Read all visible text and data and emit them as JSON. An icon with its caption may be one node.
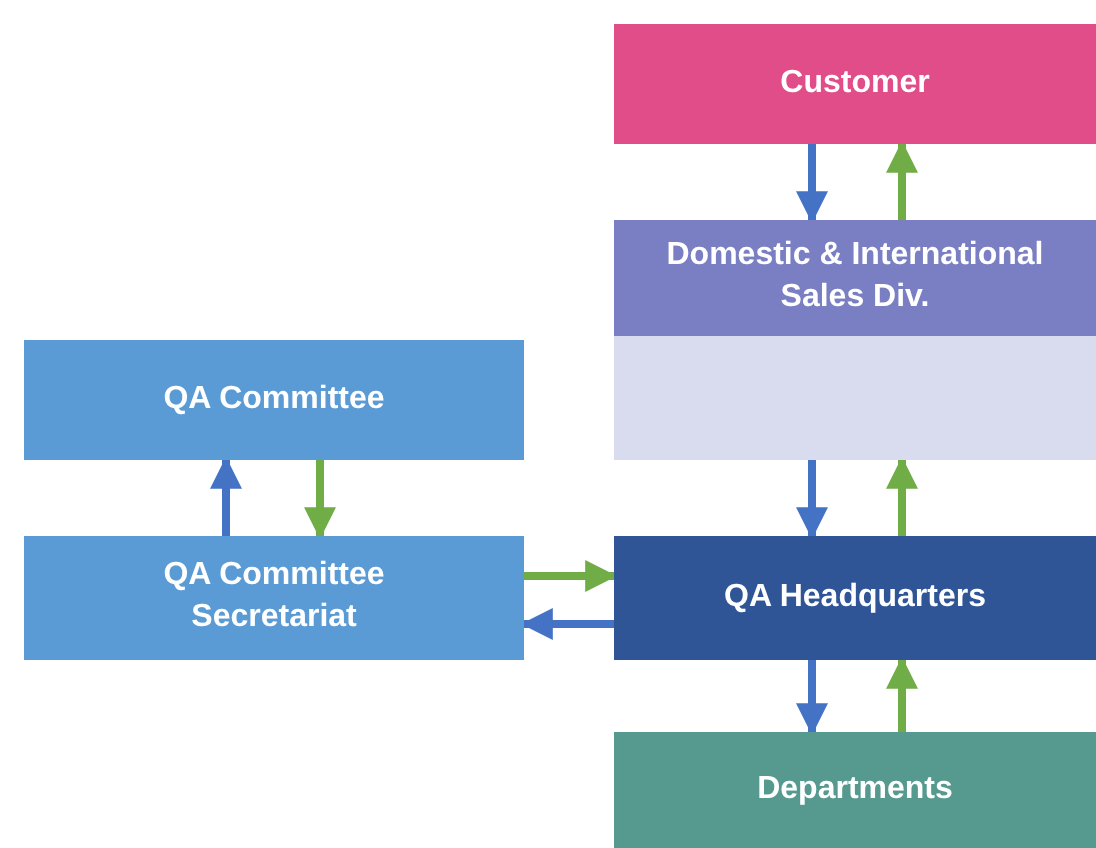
{
  "diagram": {
    "nodes": [
      {
        "text": [
          "Customer"
        ]
      },
      {
        "text": [
          "Domestic & International Sales Div."
        ]
      },
      {
        "text": [],
        "shape": "box"
      },
      {
        "text": [
          "QA Committee"
        ]
      },
      {
        "text": [
          "QA Committee Secretariat"
        ]
      },
      {
        "text": [
          "QA Headquarters"
        ]
      },
      {
        "text": [
          "Departments"
        ]
      }
    ],
    "edges": [
      {
        "from": 0,
        "to": 1,
        "arrow": "to",
        "color": "#4472c4"
      },
      {
        "from": 1,
        "to": 0,
        "arrow": "to",
        "color": "#70ad47"
      },
      {
        "from": 2,
        "to": 5,
        "arrow": "to",
        "color": "#4472c4"
      },
      {
        "from": 5,
        "to": 2,
        "arrow": "to",
        "color": "#70ad47"
      },
      {
        "from": 5,
        "to": 6,
        "arrow": "to",
        "color": "#4472c4"
      },
      {
        "from": 6,
        "to": 5,
        "arrow": "to",
        "color": "#70ad47"
      },
      {
        "from": 4,
        "to": 3,
        "arrow": "to",
        "color": "#4472c4"
      },
      {
        "from": 3,
        "to": 4,
        "arrow": "to",
        "color": "#70ad47"
      },
      {
        "from": 4,
        "to": 5,
        "arrow": "to",
        "color": "#70ad47"
      },
      {
        "from": 5,
        "to": 4,
        "arrow": "to",
        "color": "#4472c4"
      }
    ]
  }
}
